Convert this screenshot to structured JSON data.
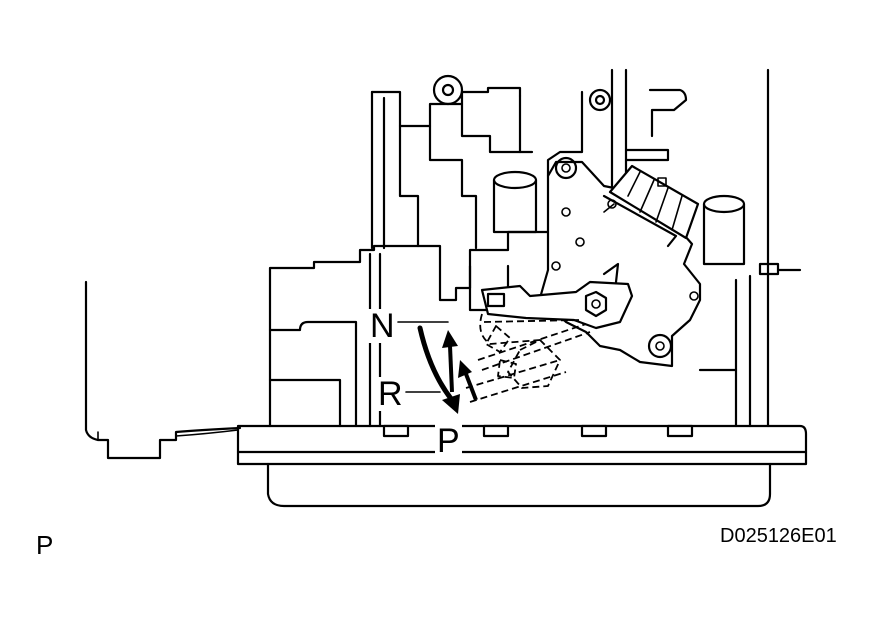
{
  "diagram": {
    "positions": [
      {
        "id": "n",
        "label": "N"
      },
      {
        "id": "r",
        "label": "R"
      },
      {
        "id": "p",
        "label": "P"
      }
    ],
    "step_label": "P",
    "figure_code": "D025126E01"
  }
}
